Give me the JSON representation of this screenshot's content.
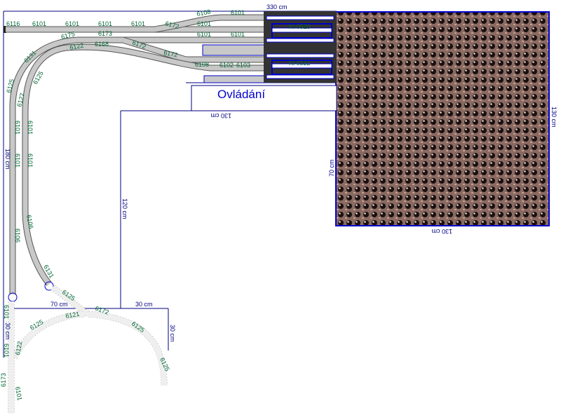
{
  "control_panel": {
    "label": "Ovládání"
  },
  "dimensions": {
    "top_width": "330 cm",
    "square_right": "130 cm",
    "square_bottom": "130 cm",
    "square_left": "70 cm",
    "inner_top": "130 cm",
    "inner_left": "120 cm",
    "left_side": "180 cm",
    "bottom_left": "70 cm",
    "bottom_mid": "30 cm",
    "bottom_right": "30 cm",
    "bottom_left_side": "30 cm"
  },
  "track_labels": {
    "buffer": "6116",
    "main": [
      "6101",
      "6101",
      "6101",
      "6101"
    ],
    "switch_top": "6108",
    "top_row": [
      "6101",
      "6101"
    ],
    "row2": [
      "6173",
      "6172",
      "6101",
      "6101"
    ],
    "row3": [
      "6175",
      "6122",
      "6168",
      "6172"
    ],
    "lower": [
      "6172",
      "6108",
      "6102",
      "6103"
    ],
    "left_curve": [
      "6131",
      "6125",
      "6127",
      "6125"
    ],
    "left_vertical": [
      "6101",
      "6101",
      "6101",
      "6101",
      "6106",
      "6106",
      "6131"
    ],
    "station": [
      "Ki 0523",
      "Ki 0522"
    ],
    "ghost": [
      "6125",
      "6121",
      "6172",
      "6125",
      "6125",
      "6125",
      "6101",
      "6101",
      "6173",
      "6101",
      "6122"
    ]
  },
  "colors": {
    "dimension": "#000080",
    "label": "#006633",
    "track": "#c8c8c8"
  }
}
